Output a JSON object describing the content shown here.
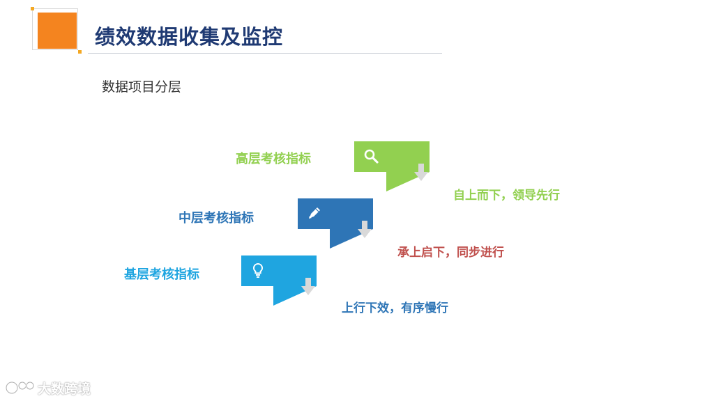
{
  "slide": {
    "title": "绩效数据收集及监控",
    "subtitle": "数据项目分层"
  },
  "tiers": [
    {
      "label": "高层考核指标",
      "description": "自上而下，领导先行",
      "color": "#92d050",
      "label_color": "#92d050",
      "description_color": "#92d050",
      "icon": "magnifier-icon"
    },
    {
      "label": "中层考核指标",
      "description": "承上启下，同步进行",
      "color": "#2e75b6",
      "label_color": "#2e75b6",
      "description_color": "#c0504d",
      "icon": "pencil-icon"
    },
    {
      "label": "基层考核指标",
      "description": "上行下效，有序慢行",
      "color": "#1fa5e0",
      "label_color": "#1fa5e0",
      "description_color": "#2e75b6",
      "icon": "lightbulb-icon"
    }
  ],
  "colors": {
    "accent_orange": "#f4841f",
    "title_navy": "#1f3a73",
    "arrow_gray": "#d9d9d9"
  },
  "watermark": {
    "text": "大数跨境"
  }
}
